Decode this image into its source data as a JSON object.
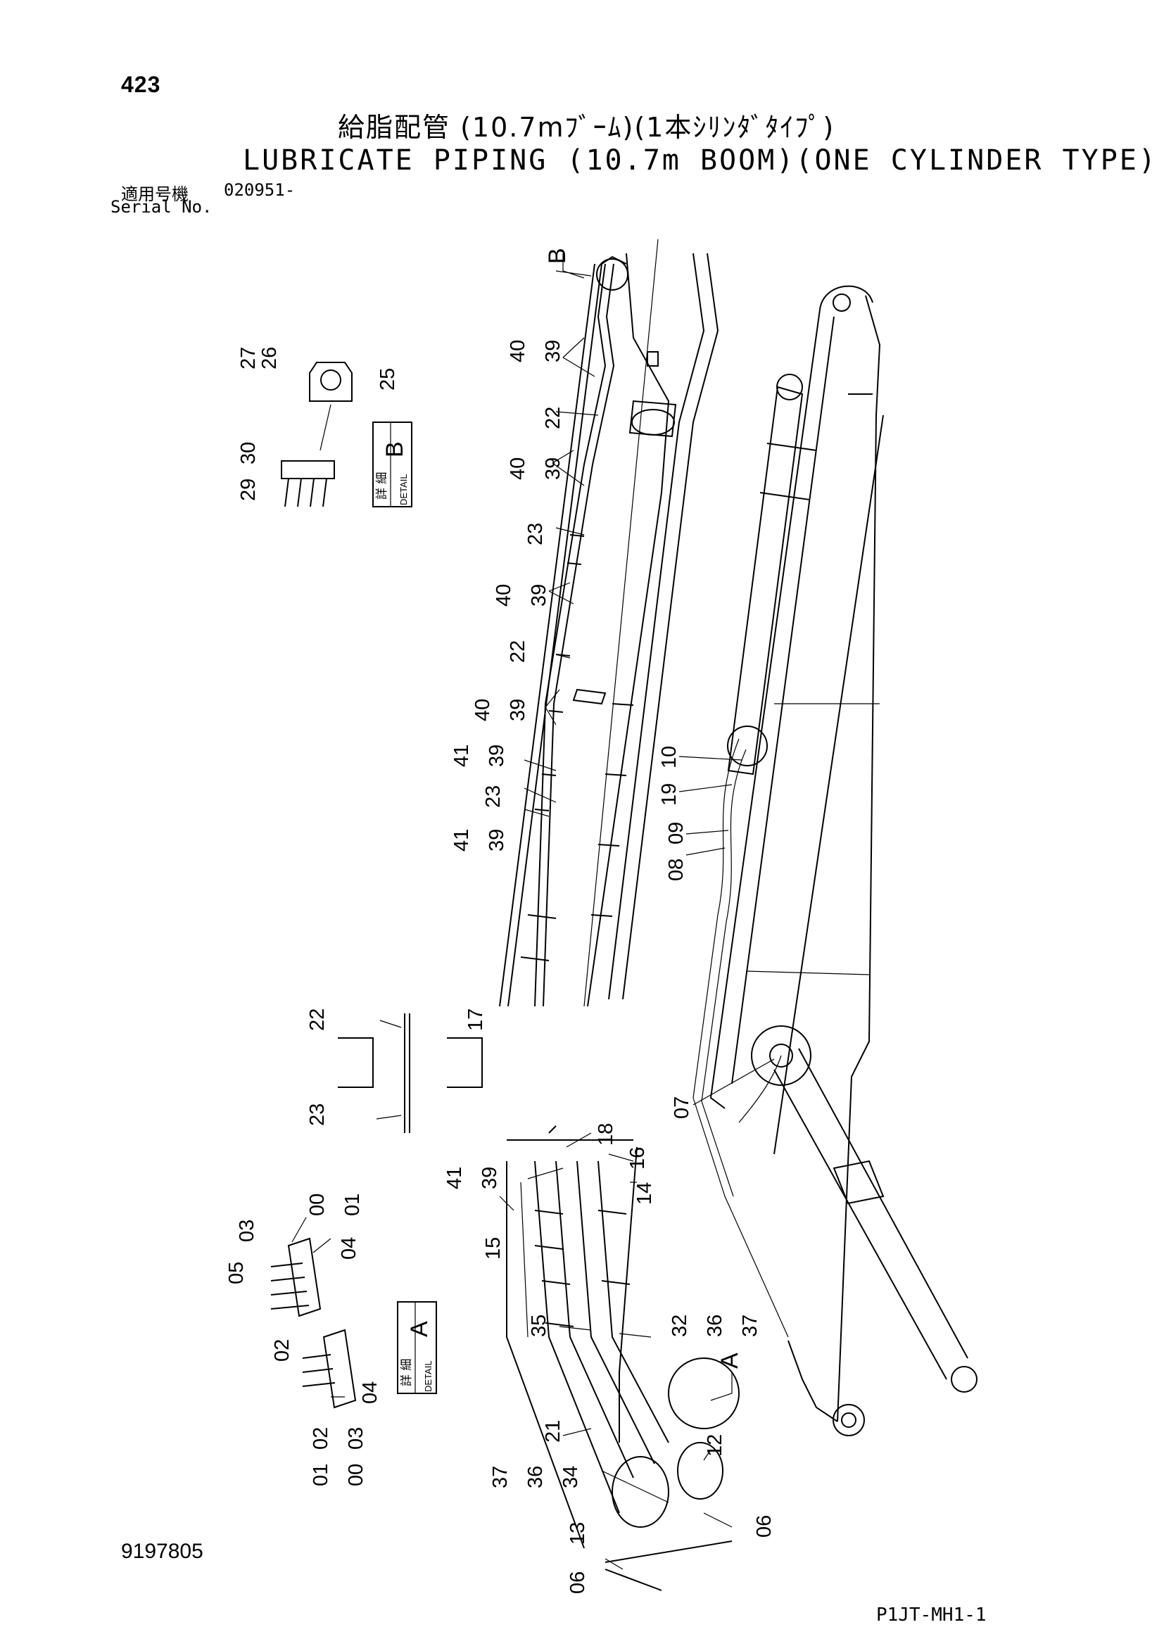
{
  "page_number": "423",
  "title_jp": "給脂配管 (10.7mﾌﾞｰﾑ)(1本ｼﾘﾝﾀﾞﾀｲﾌﾟ)",
  "title_en": "LUBRICATE PIPING (10.7m BOOM)(ONE CYLINDER TYPE)",
  "serial": {
    "label_jp": "適用号機",
    "value": "020951-",
    "label_en": "Serial No."
  },
  "document_code": "9197805",
  "sheet_code": "P1JT-MH1-1",
  "detail_boxes": [
    {
      "letter": "B",
      "jp": "詳 細",
      "en": "DETAIL"
    },
    {
      "letter": "A",
      "jp": "詳 細",
      "en": "DETAIL"
    }
  ],
  "view_markers": [
    "B",
    "A"
  ],
  "part_labels": {
    "detail_b": [
      "27",
      "26",
      "25",
      "30",
      "29"
    ],
    "upper_boom": [
      "40",
      "39",
      "22",
      "40",
      "39",
      "23",
      "40",
      "39",
      "22",
      "40",
      "39",
      "41",
      "39",
      "23",
      "41",
      "39"
    ],
    "cylinder_side": [
      "10",
      "19",
      "09",
      "08",
      "07"
    ],
    "clamp_section": [
      "22",
      "17",
      "23"
    ],
    "lower_boom": [
      "18",
      "41",
      "39",
      "16",
      "14",
      "15",
      "35",
      "32",
      "36",
      "37",
      "21",
      "37",
      "36",
      "34",
      "12",
      "13",
      "06",
      "06"
    ],
    "detail_a": [
      "00",
      "01",
      "03",
      "05",
      "04",
      "02",
      "04",
      "02",
      "03",
      "01",
      "00"
    ]
  }
}
